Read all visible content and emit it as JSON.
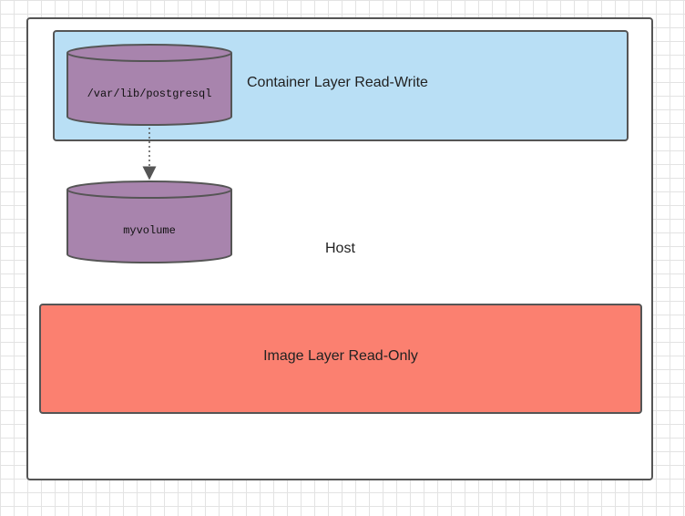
{
  "diagram": {
    "host_label": "Host",
    "container_layer_label": "Container Layer Read-Write",
    "image_layer_label": "Image Layer Read-Only",
    "container_volume_label": "/var/lib/postgresql",
    "host_volume_label": "myvolume",
    "connector_style": "dotted-arrow"
  },
  "colors": {
    "container_layer_fill": "#b9dff5",
    "image_layer_fill": "#fb8070",
    "cylinder_fill": "#a884ad",
    "border": "#555555"
  }
}
